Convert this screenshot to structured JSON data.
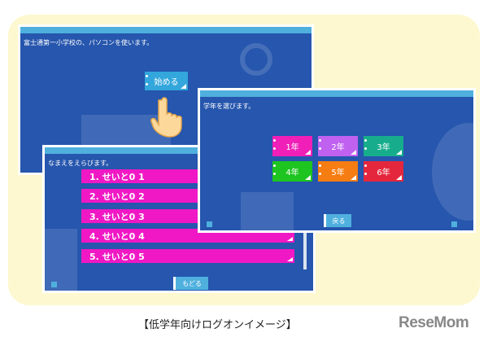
{
  "screen_start": {
    "message": "富士通第一小学校の、パソコンを使います。",
    "start_button": "始める"
  },
  "screen_names": {
    "message": "なまえをえらびます。",
    "students": [
      "1. せいと0 1",
      "2. せいと0 2",
      "3. せいと0 3",
      "4. せいと0 4",
      "5. せいと0 5"
    ],
    "back_button": "もどる"
  },
  "screen_grade": {
    "message": "学年を選びます。",
    "grades": [
      {
        "label": "1年",
        "color": "#ef1fb8"
      },
      {
        "label": "2年",
        "color": "#c061f0"
      },
      {
        "label": "3年",
        "color": "#17ad8c"
      },
      {
        "label": "4年",
        "color": "#1ec420"
      },
      {
        "label": "5年",
        "color": "#f57d12"
      },
      {
        "label": "6年",
        "color": "#e5273d"
      }
    ],
    "back_button": "戻る"
  },
  "caption": "【低学年向けログオンイメージ】",
  "logo": "ReseMom"
}
